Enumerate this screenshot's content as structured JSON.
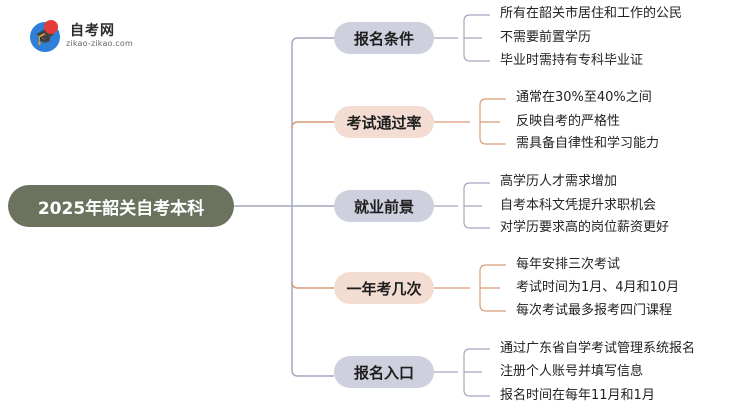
{
  "logo": {
    "title": "自考网",
    "url": "zikao-zikao.com",
    "icon": "graduation-cap-icon"
  },
  "mindmap": {
    "root": "2025年韶关自考本科",
    "colors": {
      "root": "#6b735f",
      "branch_gray": "#cfd0de",
      "branch_orange": "#f3ddd2",
      "line_gray": "#a3a7c4",
      "line_orange": "#d99a7a"
    },
    "branches": [
      {
        "label": "报名条件",
        "style": "gray",
        "items": [
          "所有在韶关市居住和工作的公民",
          "不需要前置学历",
          "毕业时需持有专科毕业证"
        ]
      },
      {
        "label": "考试通过率",
        "style": "orange",
        "items": [
          "通常在30%至40%之间",
          "反映自考的严格性",
          "需具备自律性和学习能力"
        ]
      },
      {
        "label": "就业前景",
        "style": "gray",
        "items": [
          "高学历人才需求增加",
          "自考本科文凭提升求职机会",
          "对学历要求高的岗位薪资更好"
        ]
      },
      {
        "label": "一年考几次",
        "style": "orange",
        "items": [
          "每年安排三次考试",
          "考试时间为1月、4月和10月",
          "每次考试最多报考四门课程"
        ]
      },
      {
        "label": "报名入口",
        "style": "gray",
        "items": [
          "通过广东省自学考试管理系统报名",
          "注册个人账号并填写信息",
          "报名时间在每年11月和1月"
        ]
      }
    ]
  }
}
